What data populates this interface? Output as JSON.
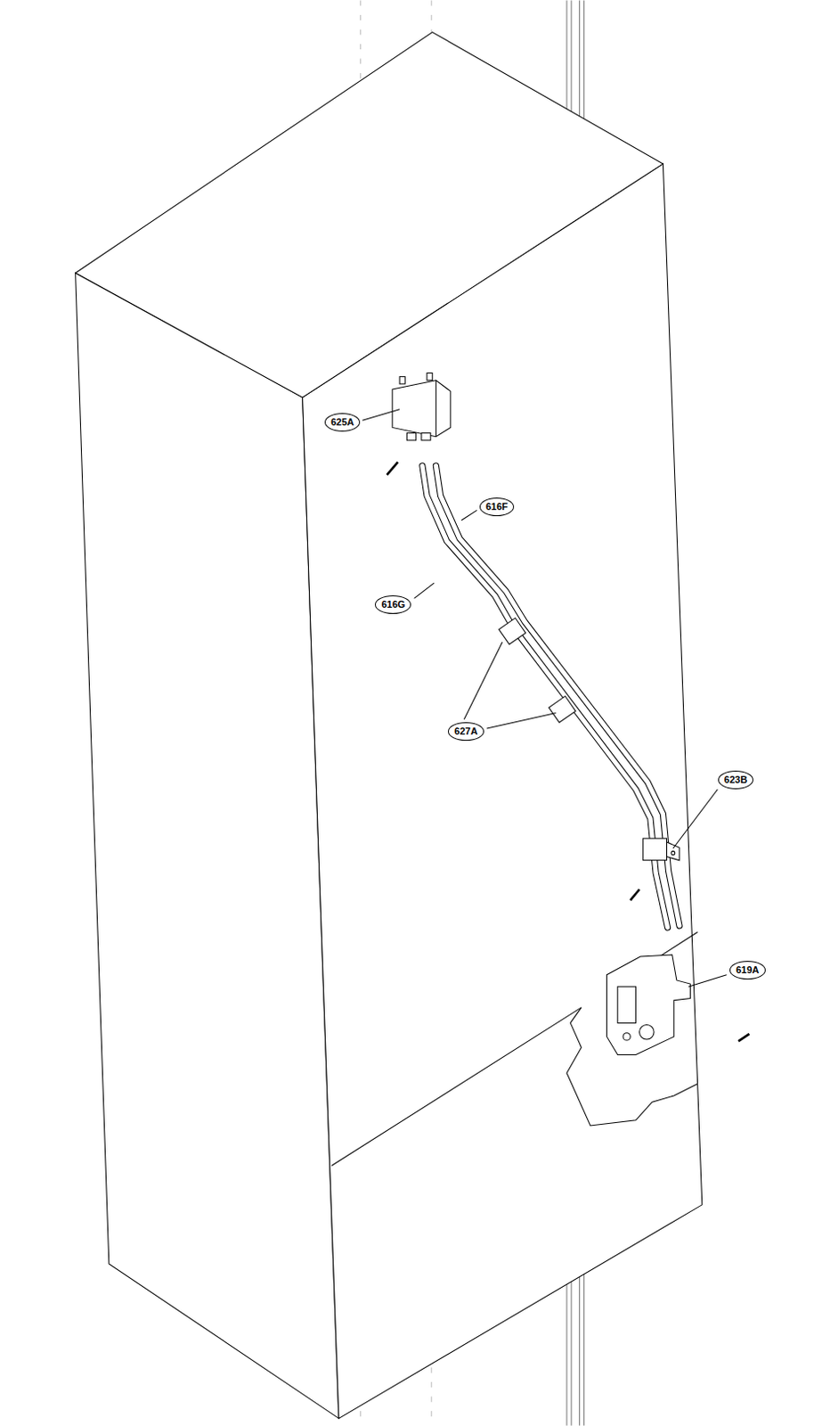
{
  "diagram": {
    "labels": [
      "625A",
      "616F",
      "616G",
      "627A",
      "623B",
      "619A"
    ]
  }
}
